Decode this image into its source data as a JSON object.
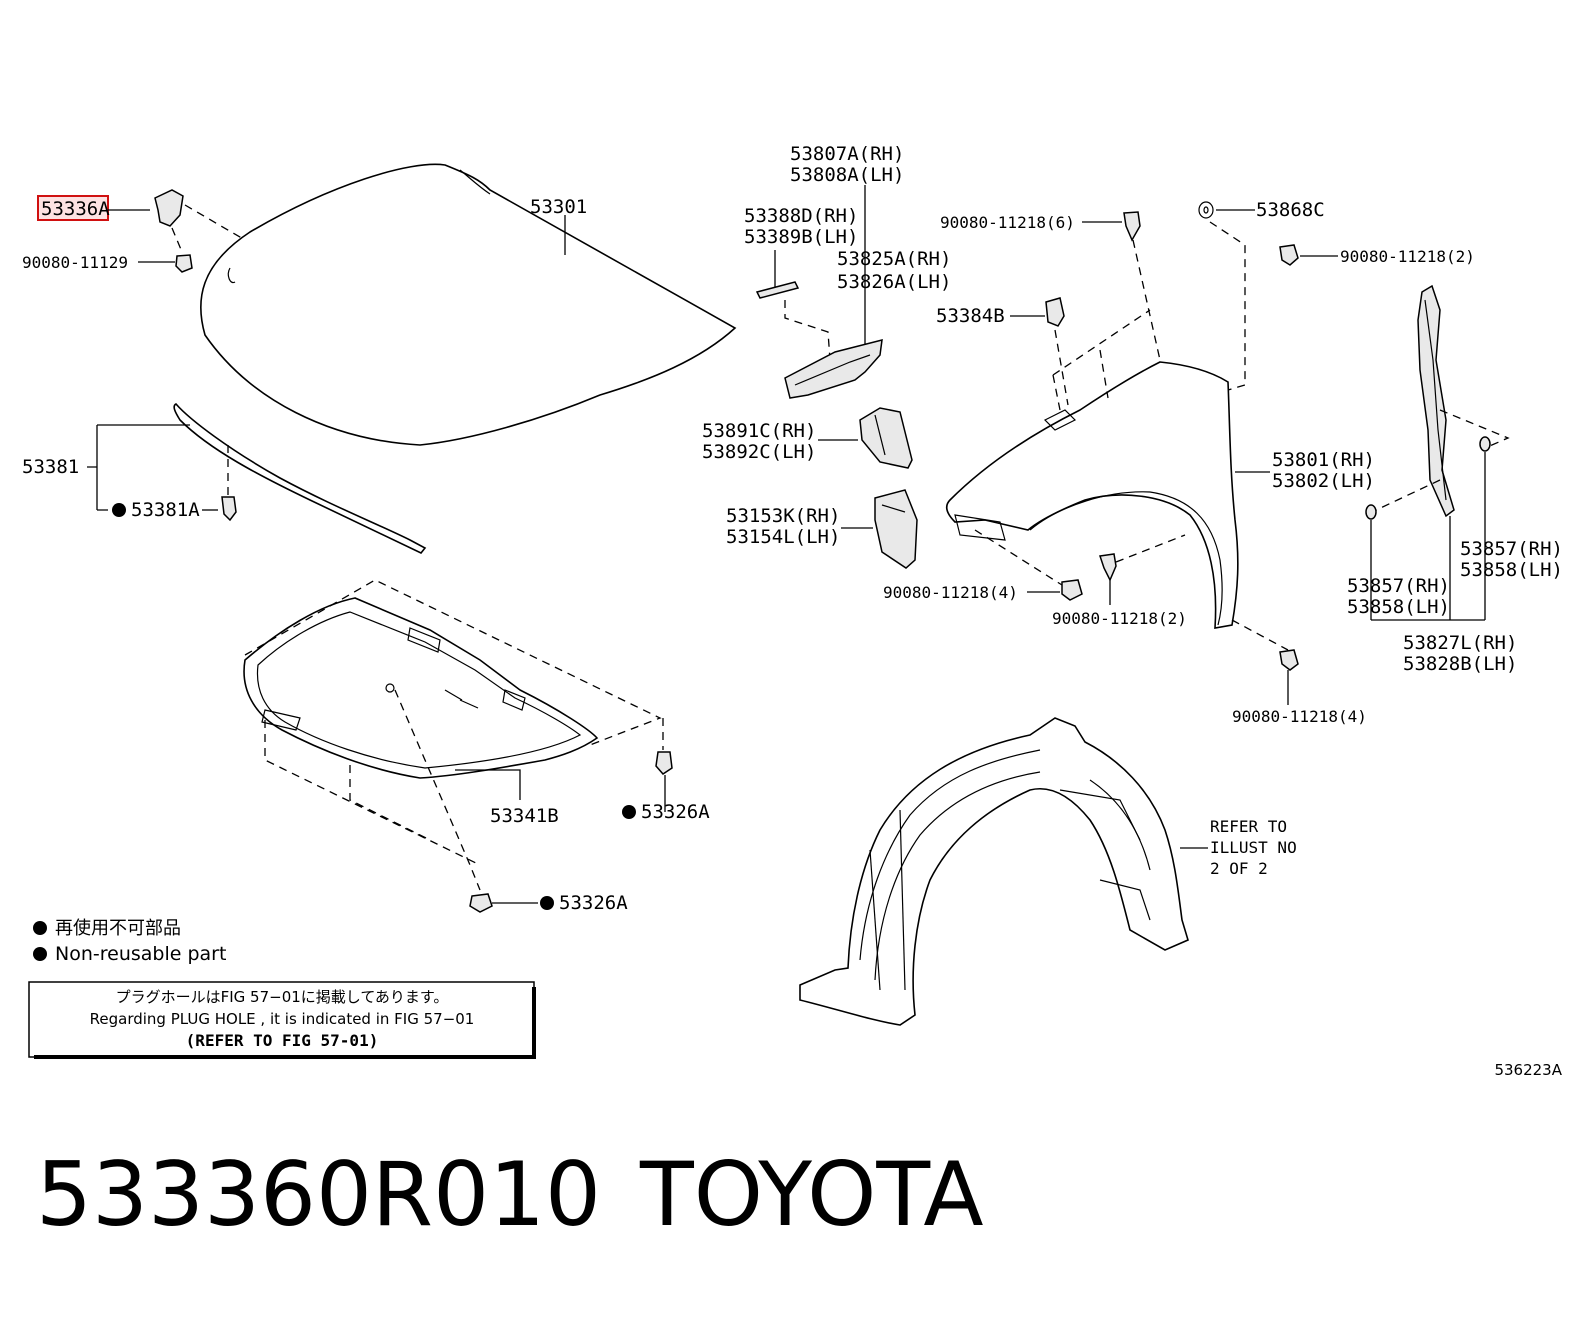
{
  "callouts": {
    "c533336a": "53336A",
    "c90080_11129": "90080-11129",
    "c53301": "53301",
    "c53381": "53381",
    "c53381a": "53381A",
    "c53807a": "53807A(RH)",
    "c53808a": "53808A(LH)",
    "c53388d": "53388D(RH)",
    "c53389b": "53389B(LH)",
    "c53825a": "53825A(RH)",
    "c53826a": "53826A(LH)",
    "c53891c": "53891C(RH)",
    "c53892c": "53892C(LH)",
    "c53153k": "53153K(RH)",
    "c53154l": "53154L(LH)",
    "c90080_11218_6": "90080-11218(6)",
    "c53868c": "53868C",
    "c90080_11218_2a": "90080-11218(2)",
    "c53384b": "53384B",
    "c53801": "53801(RH)",
    "c53802": "53802(LH)",
    "c90080_11218_4a": "90080-11218(4)",
    "c90080_11218_2b": "90080-11218(2)",
    "c90080_11218_4b": "90080-11218(4)",
    "c53857a": "53857(RH)",
    "c53858a": "53858(LH)",
    "c53857b": "53857(RH)",
    "c53858b": "53858(LH)",
    "c53827l": "53827L(RH)",
    "c53828b": "53828B(LH)",
    "c53341b": "53341B",
    "c53326a_1": "53326A",
    "c53326a_2": "53326A"
  },
  "refer": {
    "line1": "REFER TO",
    "line2": "ILLUST NO",
    "line3": "2 OF 2"
  },
  "legend": {
    "jp": "再使用不可部品",
    "en": "Non-reusable part"
  },
  "note": {
    "jp": "プラグホールはFIG 57−01に掲載してあります。",
    "en": "Regarding  PLUG  HOLE , it is indicated in  FIG  57−01",
    "ref": "(REFER TO FIG 57-01)"
  },
  "illustration_code": "536223A",
  "product": {
    "part_number": "533360R010",
    "brand": "TOYOTA"
  },
  "colors": {
    "highlight_border": "#d01010",
    "highlight_fill": "#fde2e2"
  }
}
